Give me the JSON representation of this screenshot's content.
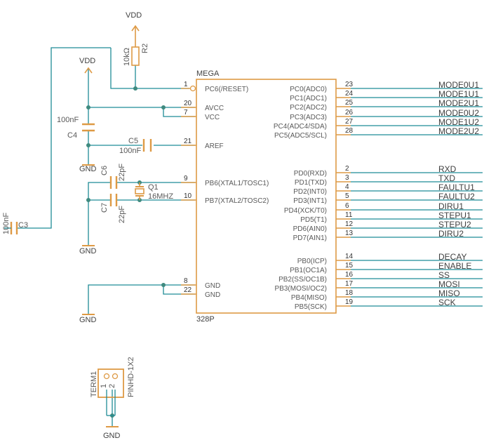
{
  "colors": {
    "wire": "#1f8c96",
    "part": "#de9a45",
    "junction": "#3f8a7f",
    "text": "#595959"
  },
  "chip": {
    "name_top": "MEGA",
    "name_bottom": "328P",
    "left_pins": [
      {
        "num": "1",
        "label": "PC6(/RESET)"
      },
      {
        "num": "20",
        "label": "AVCC"
      },
      {
        "num": "7",
        "label": "VCC"
      },
      {
        "num": "21",
        "label": "AREF"
      },
      {
        "num": "9",
        "label": "PB6(XTAL1/TOSC1)"
      },
      {
        "num": "10",
        "label": "PB7(XTAL2/TOSC2)"
      },
      {
        "num": "8",
        "label": "GND"
      },
      {
        "num": "22",
        "label": "GND"
      }
    ],
    "right_pins": [
      {
        "num": "23",
        "label": "PC0(ADC0)",
        "net": "MODE0U1"
      },
      {
        "num": "24",
        "label": "PC1(ADC1)",
        "net": "MODE1U1"
      },
      {
        "num": "25",
        "label": "PC2(ADC2)",
        "net": "MODE2U1"
      },
      {
        "num": "26",
        "label": "PC3(ADC3)",
        "net": "MODE0U2"
      },
      {
        "num": "27",
        "label": "PC4(ADC4/SDA)",
        "net": "MODE1U2"
      },
      {
        "num": "28",
        "label": "PC5(ADC5/SCL)",
        "net": "MODE2U2"
      },
      {
        "num": "2",
        "label": "PD0(RXD)",
        "net": "RXD"
      },
      {
        "num": "3",
        "label": "PD1(TXD)",
        "net": "TXD"
      },
      {
        "num": "4",
        "label": "PD2(INT0)",
        "net": "FAULTU1"
      },
      {
        "num": "5",
        "label": "PD3(INT1)",
        "net": "FAULTU2"
      },
      {
        "num": "6",
        "label": "PD4(XCK/T0)",
        "net": "DIRU1"
      },
      {
        "num": "11",
        "label": "PD5(T1)",
        "net": "STEPU1"
      },
      {
        "num": "12",
        "label": "PD6(AIN0)",
        "net": "STEPU2"
      },
      {
        "num": "13",
        "label": "PD7(AIN1)",
        "net": "DIRU2"
      },
      {
        "num": "14",
        "label": "PB0(ICP)",
        "net": "DECAY"
      },
      {
        "num": "15",
        "label": "PB1(OC1A)",
        "net": "ENABLE"
      },
      {
        "num": "16",
        "label": "PB2(SS/OC1B)",
        "net": "SS"
      },
      {
        "num": "17",
        "label": "PB3(MOSI/OC2)",
        "net": "MOSI"
      },
      {
        "num": "18",
        "label": "PB4(MISO)",
        "net": "MISO"
      },
      {
        "num": "19",
        "label": "PB5(SCK)",
        "net": "SCK"
      }
    ]
  },
  "components": {
    "r2": {
      "name": "R2",
      "value": "10kΩ"
    },
    "c4": {
      "name": "C4",
      "value": "100nF"
    },
    "c5": {
      "name": "C5",
      "value": "100nF"
    },
    "c6": {
      "name": "C6",
      "value": "22pF"
    },
    "c7": {
      "name": "C7",
      "value": "22pF"
    },
    "q1": {
      "name": "Q1",
      "value": "16MHZ"
    },
    "c3": {
      "name": "C3",
      "value": "100nF"
    },
    "term1": {
      "name": "TERM1",
      "value": "PINHD-1X2",
      "pin1": "1",
      "pin2": "2"
    }
  },
  "supplies": {
    "vdd": "VDD",
    "gnd": "GND"
  }
}
